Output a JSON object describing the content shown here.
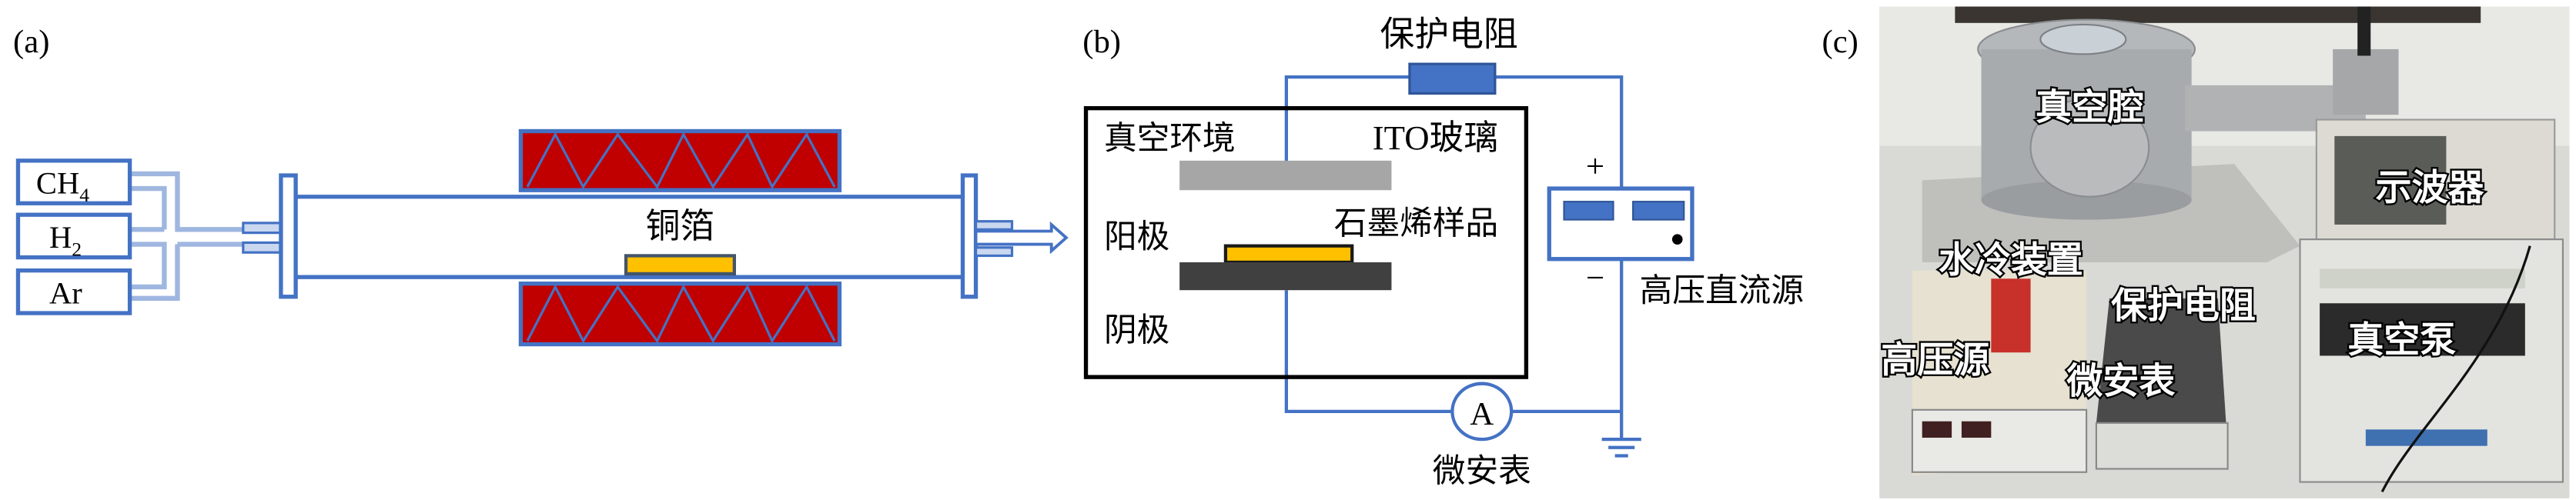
{
  "colors": {
    "line_blue": "#4472c4",
    "light_blue": "#9fb7e0",
    "heater_red": "#c00000",
    "copper_yellow": "#ffc000",
    "ito_gray": "#a6a6a6",
    "cathode_dark": "#404040"
  },
  "panel_a": {
    "label": "(a)",
    "gases": [
      {
        "formula": "CH",
        "sub": "4"
      },
      {
        "formula": "H",
        "sub": "2"
      },
      {
        "formula": "Ar",
        "sub": ""
      }
    ],
    "sample_label": "铜箔"
  },
  "panel_b": {
    "label": "(b)",
    "resistor_label": "保护电阻",
    "env_label": "真空环境",
    "ito_label": "ITO玻璃",
    "anode_label": "阳极",
    "sample_label": "石墨烯样品",
    "cathode_label": "阴极",
    "plus": "+",
    "minus": "−",
    "source_label": "高压直流源",
    "ammeter_symbol": "A",
    "ammeter_label": "微安表"
  },
  "panel_c": {
    "label": "(c)",
    "labels": {
      "chamber": "真空腔",
      "oscilloscope": "示波器",
      "water_cooling": "水冷装置",
      "resistor": "保护电阻",
      "hv_source": "高压源",
      "microammeter": "微安表",
      "vacuum_pump": "真空泵"
    }
  }
}
